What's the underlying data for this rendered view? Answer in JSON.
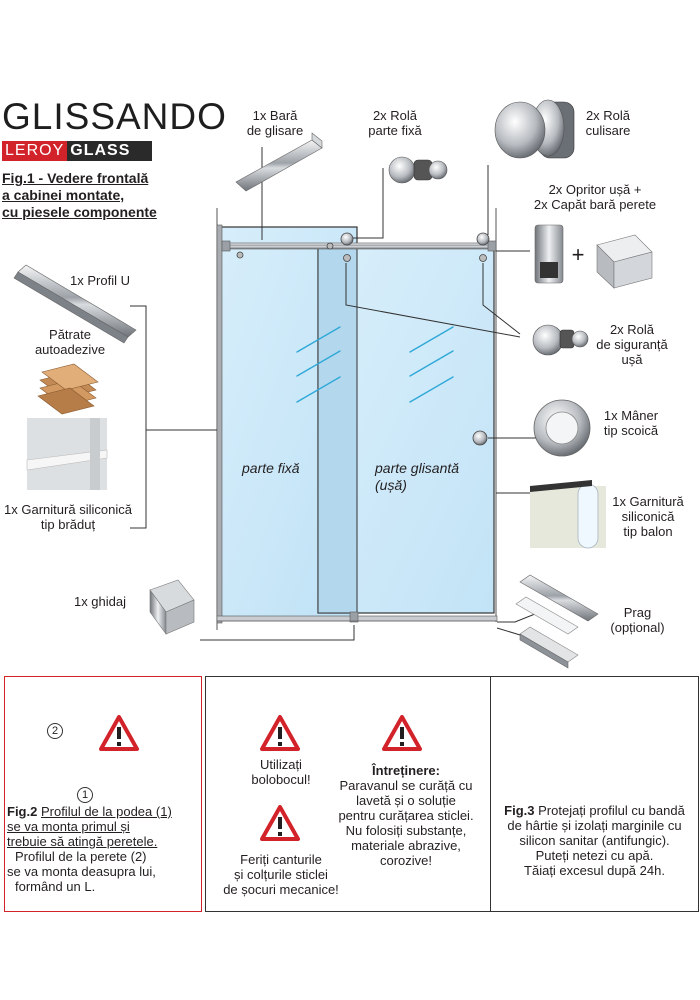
{
  "brand": {
    "logo_name": "GLISSANDO",
    "logo_sub_left": "LEROY",
    "logo_sub_right": "GLASS"
  },
  "fig1_title": [
    "Fig.1 - Vedere frontală",
    "a cabinei montate,",
    "cu piesele componente"
  ],
  "labels": {
    "bara": [
      "1x Bară",
      "de glisare"
    ],
    "rola_fixa": [
      "2x Rolă",
      "parte fixă"
    ],
    "rola_culisare": [
      "2x Rolă",
      "culisare"
    ],
    "opritor": [
      "2x Opritor ușă +",
      "2x Capăt bară perete"
    ],
    "profil_u": [
      "1x Profil U"
    ],
    "patrate": [
      "Pătrate",
      "autoadezive"
    ],
    "garnitura_bradut": [
      "1x Garnitură siliconică",
      "tip brăduț"
    ],
    "rola_siguranta": [
      "2x Rolă",
      "de siguranță",
      "ușă"
    ],
    "maner": [
      "1x Mâner",
      "tip scoică"
    ],
    "garnitura_balon": [
      "1x Garnitură",
      "siliconică",
      "tip balon"
    ],
    "ghidaj": [
      "1x ghidaj"
    ],
    "prag": [
      "Prag",
      "(opțional)"
    ],
    "plus": "+"
  },
  "panels": {
    "fixed": "parte fixă",
    "sliding": [
      "parte glisantă",
      "(ușă)"
    ]
  },
  "fig2": {
    "marker_1": "1",
    "marker_2": "2",
    "title": "Fig.2",
    "text_underlined": [
      "Profilul de la podea (1)",
      "se va monta primul și",
      "trebuie să atingă peretele."
    ],
    "text": [
      "Profilul de la perete (2)",
      "se va monta deasupra lui,",
      "formând un L."
    ]
  },
  "middle": {
    "warn1": [
      "Utilizați",
      "bolobocul!"
    ],
    "warn2": [
      "Feriți canturile",
      "și colțurile sticlei",
      "de șocuri mecanice!"
    ],
    "maintenance_title": "Întreținere:",
    "maintenance": [
      "Paravanul se curăță cu",
      "lavetă și o soluție",
      "pentru curățarea sticlei.",
      "Nu folosiți substanțe,",
      "materiale abrazive,",
      "corozive!"
    ]
  },
  "fig3": {
    "title": "Fig.3",
    "text_first": "Protejați profilul cu bandă",
    "text": [
      "de hârtie și izolați marginile cu",
      "silicon sanitar (antifungic).",
      "Puteți netezi cu apă.",
      "Tăiați excesul după 24h."
    ]
  },
  "colors": {
    "accent_red": "#d3232a",
    "glass": "#c6e6f8",
    "metal": "#a9adb2",
    "line": "#333333"
  }
}
